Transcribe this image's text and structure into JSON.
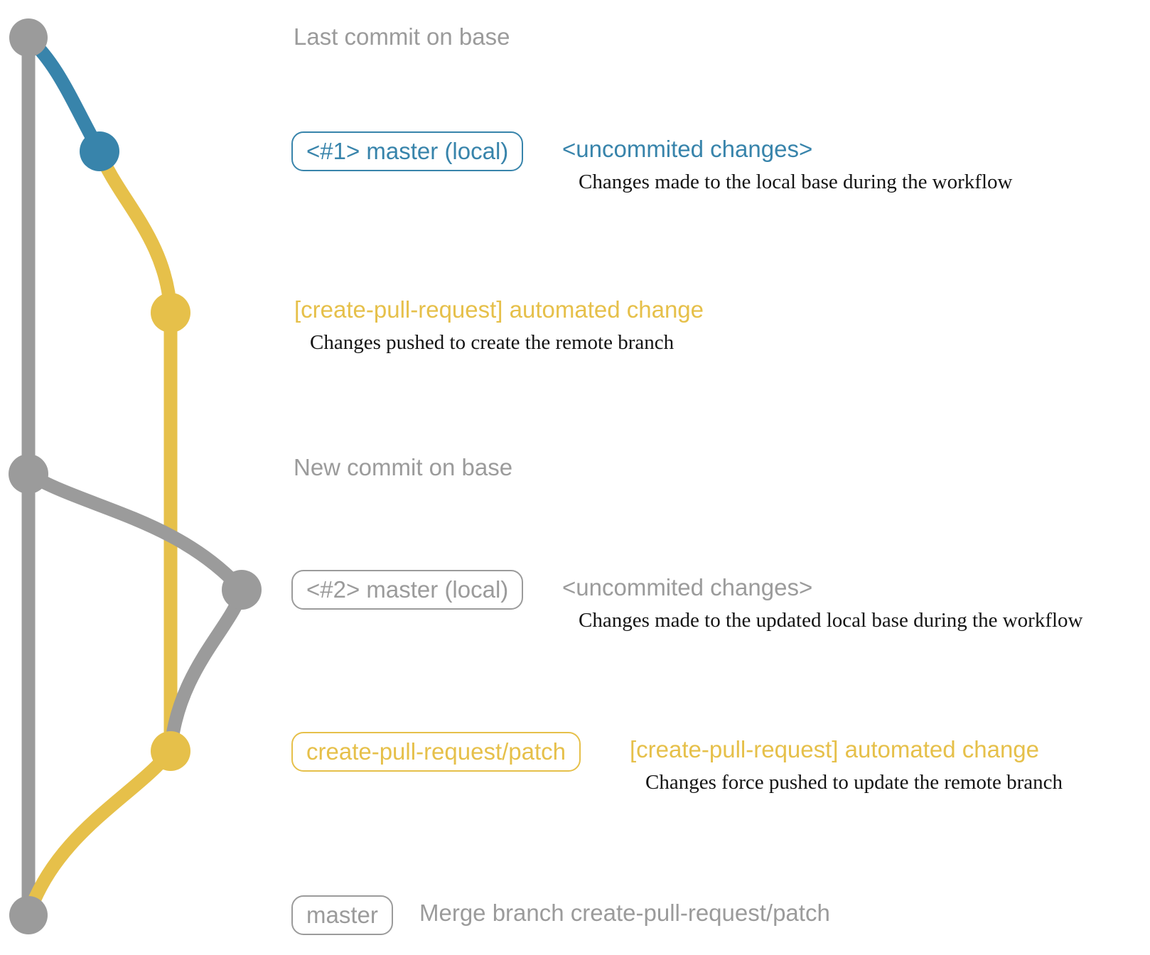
{
  "colors": {
    "base_gray": "#9b9b9b",
    "local_blue": "#3884ab",
    "branch_yellow": "#e6c04a",
    "text_black": "#141414"
  },
  "rows": [
    {
      "kind": "commit-label",
      "text": "Last commit on base"
    },
    {
      "kind": "commit",
      "badge": "<#1> master (local)",
      "title": "<uncommited changes>",
      "desc": "Changes made to the local base during the workflow"
    },
    {
      "kind": "commit",
      "title": "[create-pull-request] automated change",
      "desc": "Changes pushed to create the remote branch"
    },
    {
      "kind": "commit-label",
      "text": "New commit on base"
    },
    {
      "kind": "commit",
      "badge": "<#2> master (local)",
      "title": "<uncommited changes>",
      "desc": "Changes made to the updated local base during the workflow"
    },
    {
      "kind": "commit",
      "badge": "create-pull-request/patch",
      "title": "[create-pull-request] automated change",
      "desc": "Changes force pushed to update the remote branch"
    },
    {
      "kind": "commit",
      "badge": "master",
      "title": "Merge branch create-pull-request/patch"
    }
  ]
}
